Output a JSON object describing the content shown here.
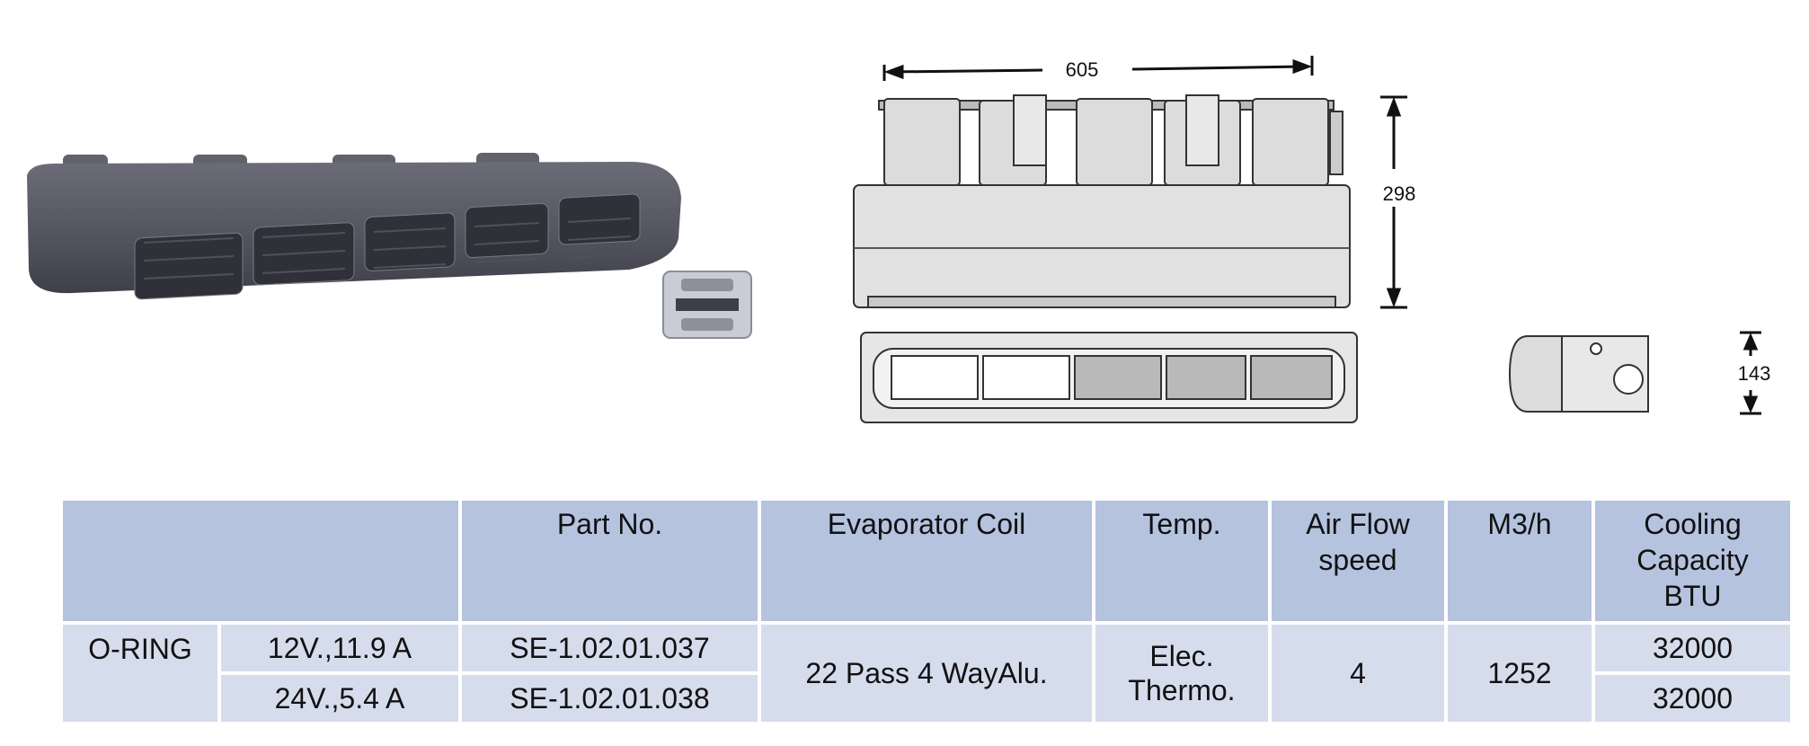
{
  "drawing": {
    "dim_width": "605",
    "dim_height": "298",
    "dim_side": "143"
  },
  "table": {
    "headers": [
      "",
      "",
      "Part No.",
      "Evaporator Coil",
      "Temp.",
      "Air Flow\nspeed",
      "M3/h",
      "Cooling\nCapacity\nBTU"
    ],
    "rows": [
      {
        "seal": "O-RING",
        "voltage": "12V.,11.9 A",
        "part_no": "SE-1.02.01.037",
        "coil": "22 Pass 4 WayAlu.",
        "temp": "Elec.\nThermo.",
        "speed": "4",
        "m3h": "1252",
        "btu": "32000"
      },
      {
        "voltage": "24V.,5.4 A",
        "part_no": "SE-1.02.01.038",
        "btu": "32000"
      }
    ]
  }
}
